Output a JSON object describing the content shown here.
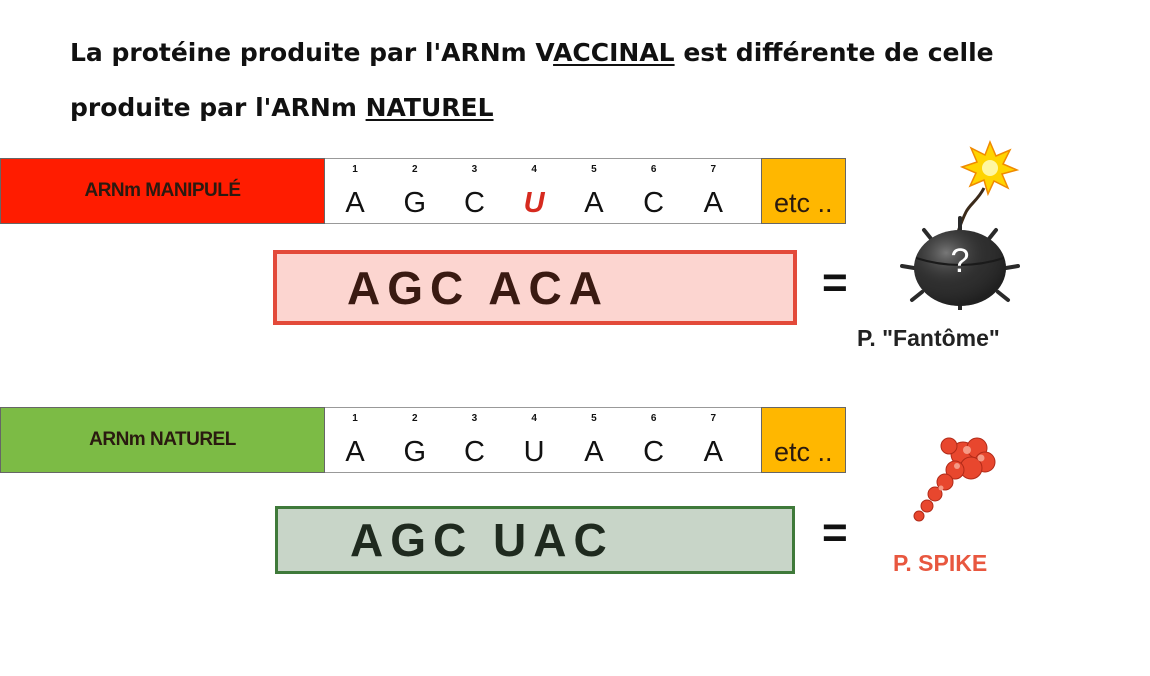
{
  "title": {
    "line1_a": "La protéine produite par l'ARNm V",
    "line1_u": "ACCINAL",
    "line1_b": " est différente de celle",
    "line2_a": "produite par l'ARNm ",
    "line2_u": "NATUREL"
  },
  "strand_manipulated": {
    "label": "ARNm MANIPULÉ",
    "bases": [
      {
        "n": "1",
        "b": "A"
      },
      {
        "n": "2",
        "b": "G"
      },
      {
        "n": "3",
        "b": "C"
      },
      {
        "n": "4",
        "b": "U"
      },
      {
        "n": "5",
        "b": "A"
      },
      {
        "n": "6",
        "b": "C"
      },
      {
        "n": "7",
        "b": "A"
      }
    ],
    "mutated_index": 3,
    "etc": "etc ..",
    "codons": "AGC ACA",
    "equals": "=",
    "caption": "P. \"Fantôme\"",
    "bomb_mark": "?"
  },
  "strand_natural": {
    "label": "ARNm NATUREL",
    "bases": [
      {
        "n": "1",
        "b": "A"
      },
      {
        "n": "2",
        "b": "G"
      },
      {
        "n": "3",
        "b": "C"
      },
      {
        "n": "4",
        "b": "U"
      },
      {
        "n": "5",
        "b": "A"
      },
      {
        "n": "6",
        "b": "C"
      },
      {
        "n": "7",
        "b": "A"
      }
    ],
    "etc": "etc ..",
    "codons": "AGC UAC",
    "equals": "=",
    "caption": "P. SPIKE"
  },
  "colors": {
    "manipulated_label_bg": "#ff1c00",
    "natural_label_bg": "#7cbb45",
    "etc_bg": "#ffb700",
    "codon_manip_bg": "#fcd5d0",
    "codon_manip_border": "#e34a3a",
    "codon_manip_text": "#3a1a12",
    "codon_nat_bg": "#c8d5c8",
    "codon_nat_border": "#3f7a3a",
    "codon_nat_text": "#1f2a1f",
    "spike_caption": "#e8573f",
    "mutation_letter": "#d62a1f"
  }
}
